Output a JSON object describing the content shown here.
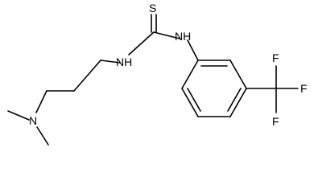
{
  "molecule": {
    "atom_labels": {
      "sulfur": "S",
      "nh_left": "NH",
      "nh_right": "NH",
      "nitrogen": "N",
      "fluorine_top": "F",
      "fluorine_right": "F",
      "fluorine_bottom": "F"
    }
  }
}
